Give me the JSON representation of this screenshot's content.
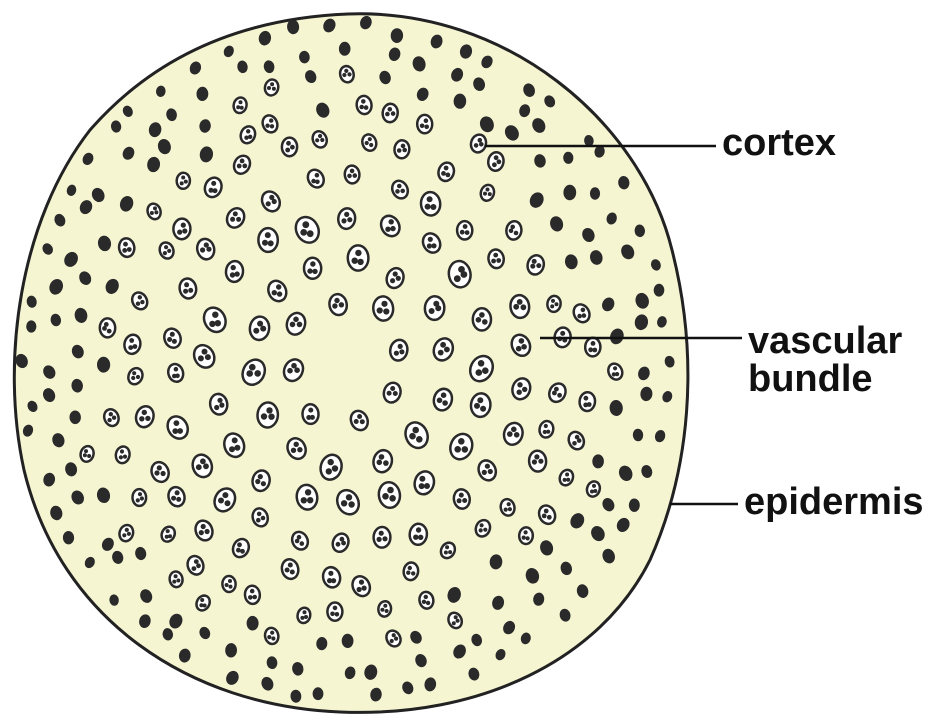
{
  "colors": {
    "tissue_fill": "#f6f5d2",
    "outline": "#222222",
    "bundle": "#2a2a2a",
    "leader_line": "#111111"
  },
  "labels": {
    "cortex": "cortex",
    "vascular_bundle_line1": "vascular",
    "vascular_bundle_line2": "bundle",
    "epidermis": "epidermis"
  }
}
